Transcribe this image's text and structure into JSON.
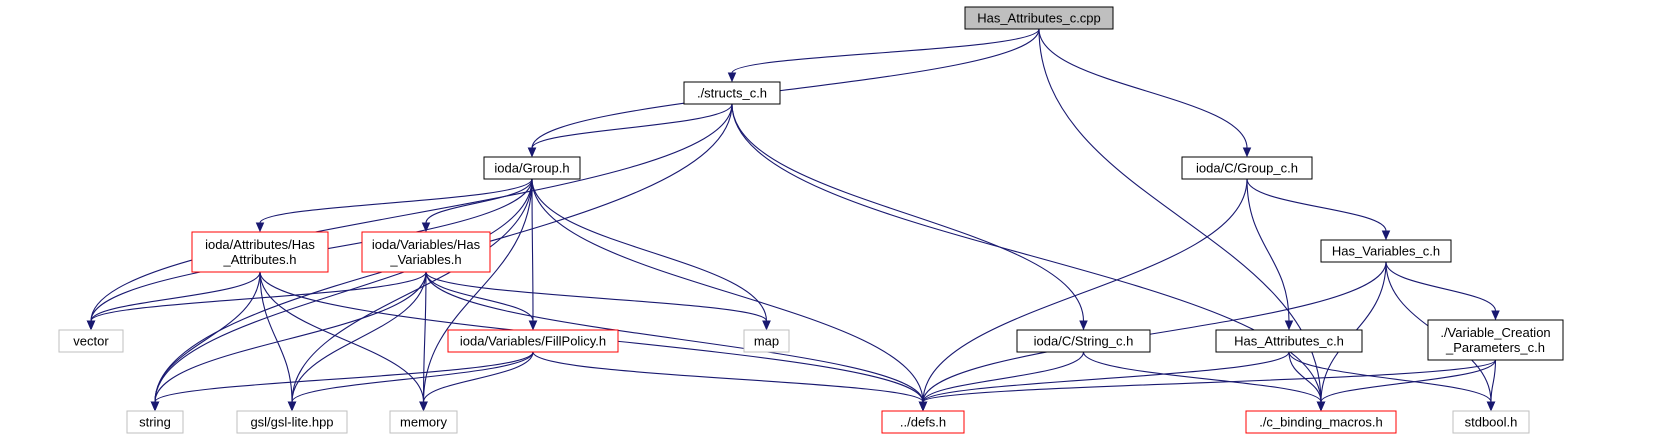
{
  "colors": {
    "edge": "#191970",
    "root_fill": "#bfbfbf",
    "normal_border": "#000000",
    "truncated_border": "#ff0000",
    "external_border": "#bfbfbf",
    "external_text": "#555555"
  },
  "nodes": [
    {
      "id": "root",
      "lines": [
        "Has_Attributes_c.cpp"
      ],
      "kind": "root"
    },
    {
      "id": "structs",
      "lines": [
        "./structs_c.h"
      ],
      "kind": "normal"
    },
    {
      "id": "group_h",
      "lines": [
        "ioda/Group.h"
      ],
      "kind": "normal"
    },
    {
      "id": "cgroup",
      "lines": [
        "ioda/C/Group_c.h"
      ],
      "kind": "normal"
    },
    {
      "id": "hasattr",
      "lines": [
        "ioda/Attributes/Has",
        "_Attributes.h"
      ],
      "kind": "truncated"
    },
    {
      "id": "hasvar",
      "lines": [
        "ioda/Variables/Has",
        "_Variables.h"
      ],
      "kind": "truncated"
    },
    {
      "id": "hasvarc",
      "lines": [
        "Has_Variables_c.h"
      ],
      "kind": "normal"
    },
    {
      "id": "fillpolicy",
      "lines": [
        "ioda/Variables/FillPolicy.h"
      ],
      "kind": "truncated"
    },
    {
      "id": "stringc",
      "lines": [
        "ioda/C/String_c.h"
      ],
      "kind": "normal"
    },
    {
      "id": "hasattrc",
      "lines": [
        "Has_Attributes_c.h"
      ],
      "kind": "normal"
    },
    {
      "id": "varcreate",
      "lines": [
        "./Variable_Creation",
        "_Parameters_c.h"
      ],
      "kind": "normal"
    },
    {
      "id": "vector",
      "lines": [
        "vector"
      ],
      "kind": "external"
    },
    {
      "id": "map",
      "lines": [
        "map"
      ],
      "kind": "external"
    },
    {
      "id": "string",
      "lines": [
        "string"
      ],
      "kind": "external"
    },
    {
      "id": "gsl",
      "lines": [
        "gsl/gsl-lite.hpp"
      ],
      "kind": "external"
    },
    {
      "id": "memory",
      "lines": [
        "memory"
      ],
      "kind": "external"
    },
    {
      "id": "defs",
      "lines": [
        "../defs.h"
      ],
      "kind": "truncated"
    },
    {
      "id": "cbind",
      "lines": [
        "./c_binding_macros.h"
      ],
      "kind": "truncated"
    },
    {
      "id": "stdbool",
      "lines": [
        "stdbool.h"
      ],
      "kind": "external"
    }
  ],
  "edges": [
    [
      "root",
      "structs"
    ],
    [
      "root",
      "group_h"
    ],
    [
      "root",
      "cgroup"
    ],
    [
      "root",
      "cbind"
    ],
    [
      "structs",
      "group_h"
    ],
    [
      "structs",
      "vector"
    ],
    [
      "structs",
      "string"
    ],
    [
      "structs",
      "stringc"
    ],
    [
      "structs",
      "cbind"
    ],
    [
      "group_h",
      "hasattr"
    ],
    [
      "group_h",
      "hasvar"
    ],
    [
      "group_h",
      "fillpolicy"
    ],
    [
      "group_h",
      "vector"
    ],
    [
      "group_h",
      "string"
    ],
    [
      "group_h",
      "gsl"
    ],
    [
      "group_h",
      "map"
    ],
    [
      "group_h",
      "memory"
    ],
    [
      "group_h",
      "defs"
    ],
    [
      "hasattr",
      "vector"
    ],
    [
      "hasattr",
      "string"
    ],
    [
      "hasattr",
      "gsl"
    ],
    [
      "hasattr",
      "memory"
    ],
    [
      "hasattr",
      "defs"
    ],
    [
      "hasvar",
      "vector"
    ],
    [
      "hasvar",
      "string"
    ],
    [
      "hasvar",
      "gsl"
    ],
    [
      "hasvar",
      "memory"
    ],
    [
      "hasvar",
      "fillpolicy"
    ],
    [
      "hasvar",
      "map"
    ],
    [
      "hasvar",
      "defs"
    ],
    [
      "fillpolicy",
      "string"
    ],
    [
      "fillpolicy",
      "gsl"
    ],
    [
      "fillpolicy",
      "memory"
    ],
    [
      "fillpolicy",
      "defs"
    ],
    [
      "cgroup",
      "defs"
    ],
    [
      "cgroup",
      "hasattrc"
    ],
    [
      "cgroup",
      "hasvarc"
    ],
    [
      "hasvarc",
      "defs"
    ],
    [
      "hasvarc",
      "cbind"
    ],
    [
      "hasvarc",
      "varcreate"
    ],
    [
      "hasvarc",
      "stdbool"
    ],
    [
      "stringc",
      "defs"
    ],
    [
      "stringc",
      "cbind"
    ],
    [
      "hasattrc",
      "defs"
    ],
    [
      "hasattrc",
      "cbind"
    ],
    [
      "hasattrc",
      "stdbool"
    ],
    [
      "varcreate",
      "defs"
    ],
    [
      "varcreate",
      "cbind"
    ],
    [
      "varcreate",
      "stdbool"
    ]
  ]
}
